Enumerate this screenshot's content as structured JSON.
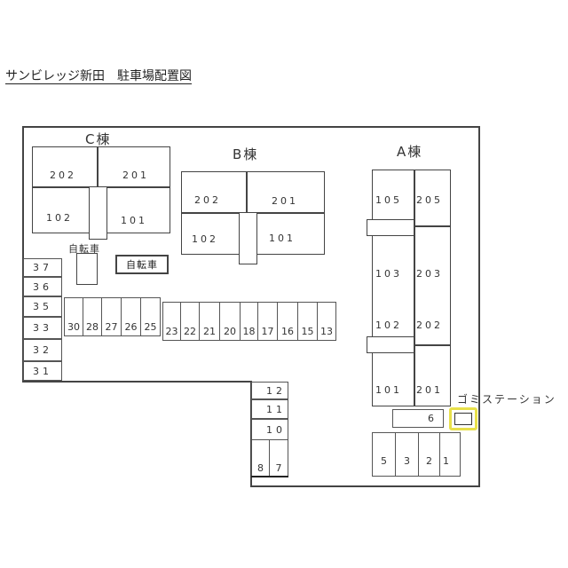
{
  "title": "サンビレッジ新田　駐車場配置図",
  "colors": {
    "outline": "#444444",
    "highlight": "#e8e04a",
    "background": "#ffffff"
  },
  "buildings": {
    "C": {
      "name": "C棟",
      "units": [
        "202",
        "201",
        "102",
        "101"
      ]
    },
    "B": {
      "name": "B棟",
      "units": [
        "202",
        "201",
        "102",
        "101"
      ]
    },
    "A": {
      "name": "A棟",
      "units": [
        "105",
        "205",
        "103",
        "203",
        "102",
        "202",
        "101",
        "201"
      ]
    }
  },
  "bicycle": {
    "label_small": "自転車",
    "label_box": "自転車"
  },
  "parking": {
    "left_column": [
      "37",
      "36",
      "35",
      "33",
      "32",
      "31"
    ],
    "row_left": [
      "30",
      "28",
      "27",
      "26",
      "25"
    ],
    "row_right": [
      "23",
      "22",
      "21",
      "20",
      "18",
      "17",
      "16",
      "15",
      "13"
    ],
    "center_column": [
      "12",
      "11",
      "10"
    ],
    "center_bottom": [
      "8",
      "7"
    ],
    "right_single": "6",
    "right_bottom": [
      "5",
      "3",
      "2",
      "1"
    ]
  },
  "garbage": {
    "label": "ゴミステーション"
  }
}
